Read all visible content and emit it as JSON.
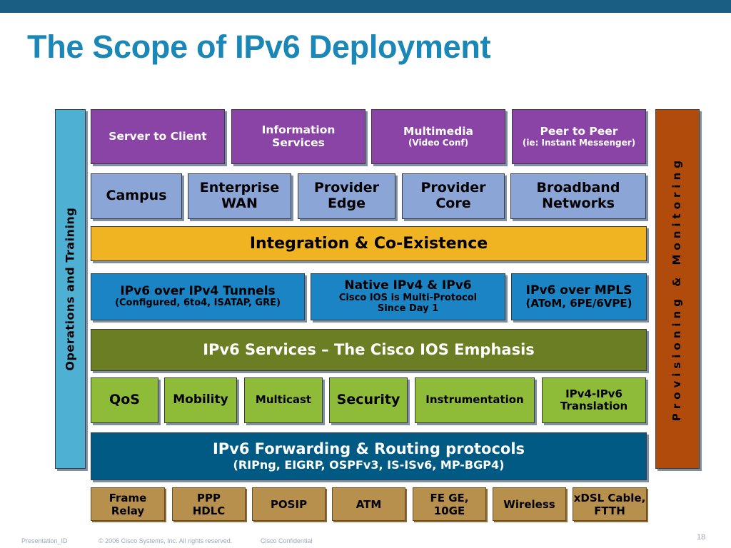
{
  "title": "The Scope of IPv6 Deployment",
  "side_left": "Operations and Training",
  "side_right": "Provisioning & Monitoring",
  "applications": [
    {
      "label": "Server to Client",
      "sub": ""
    },
    {
      "label": "Information Services",
      "sub": ""
    },
    {
      "label": "Multimedia",
      "sub": "(Video Conf)"
    },
    {
      "label": "Peer to Peer",
      "sub": "(ie: Instant Messenger)"
    }
  ],
  "networks": [
    "Campus",
    "Enterprise WAN",
    "Provider Edge",
    "Provider Core",
    "Broadband Networks"
  ],
  "integration": "Integration & Co-Existence",
  "transitions": [
    {
      "label": "IPv6 over IPv4 Tunnels",
      "sub": "(Configured, 6to4, ISATAP, GRE)"
    },
    {
      "label": "Native IPv4 & IPv6",
      "sub": "Cisco IOS is Multi-Protocol Since Day 1"
    },
    {
      "label": "IPv6 over MPLS",
      "sub": "(AToM, 6PE/6VPE)"
    }
  ],
  "services_title": "IPv6 Services – The Cisco IOS Emphasis",
  "services": [
    "QoS",
    "Mobility",
    "Multicast",
    "Security",
    "Instrumentation",
    "IPv4-IPv6 Translation"
  ],
  "forwarding": {
    "title": "IPv6 Forwarding & Routing protocols",
    "sub": "(RIPng, EIGRP, OSPFv3, IS-ISv6, MP-BGP4)"
  },
  "links": [
    "Frame Relay",
    "PPP HDLC",
    "POSIP",
    "ATM",
    "FE GE, 10GE",
    "Wireless",
    "xDSL Cable, FTTH"
  ],
  "footer": {
    "presentation_id": "Presentation_ID",
    "copyright": "© 2006 Cisco Systems, Inc. All rights reserved.",
    "confidential": "Cisco Confidential",
    "page_number": "18"
  },
  "colors": {
    "top_bar": "#1b5e83",
    "title": "#1a87b7",
    "purple": "#8a44a5",
    "light_blue": "#8aa5d6",
    "yellow": "#f0b423",
    "blue": "#1a84c4",
    "olive": "#6b7e23",
    "green": "#8fbc38",
    "navy": "#005a84",
    "tan": "#b8904e",
    "orange_side": "#b04b0b",
    "cyan_side": "#4eb1d4"
  }
}
